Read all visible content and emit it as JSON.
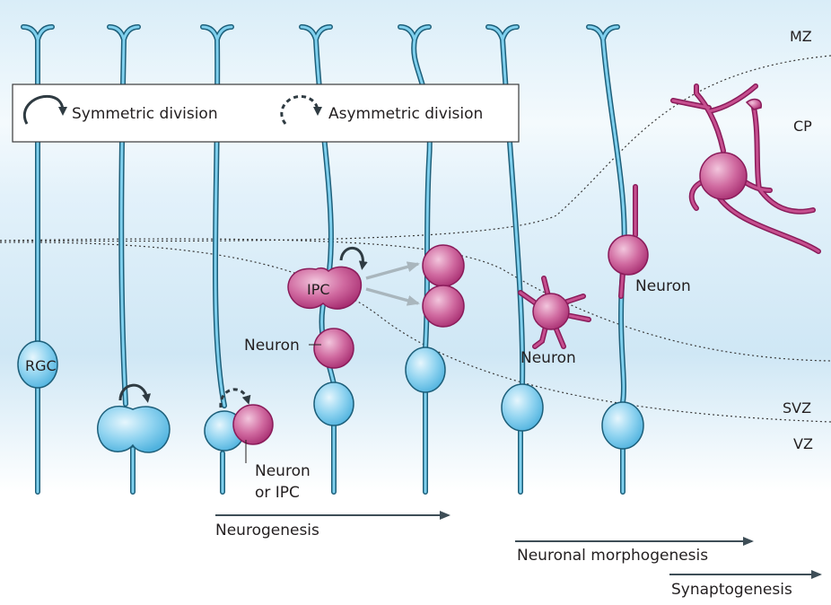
{
  "legend": {
    "symmetric_label": "Symmetric division",
    "asymmetric_label": "Asymmetric division"
  },
  "zones": {
    "mz": "MZ",
    "cp": "CP",
    "svz": "SVZ",
    "vz": "VZ"
  },
  "cells": {
    "rgc": "RGC",
    "ipc": "IPC",
    "neuron_a": "Neuron",
    "neuron_or_ipc_line1": "Neuron",
    "neuron_or_ipc_line2": "or IPC",
    "neuron_b": "Neuron",
    "neuron_c": "Neuron"
  },
  "processes": {
    "neurogenesis": "Neurogenesis",
    "neuronal_morphogenesis": "Neuronal morphogenesis",
    "synaptogenesis": "Synaptogenesis"
  },
  "colors": {
    "progenitor": "#7fcdee",
    "neuron": "#c8508f",
    "fiber": "#1d5f7a",
    "background_top": "#e4f2fa"
  }
}
